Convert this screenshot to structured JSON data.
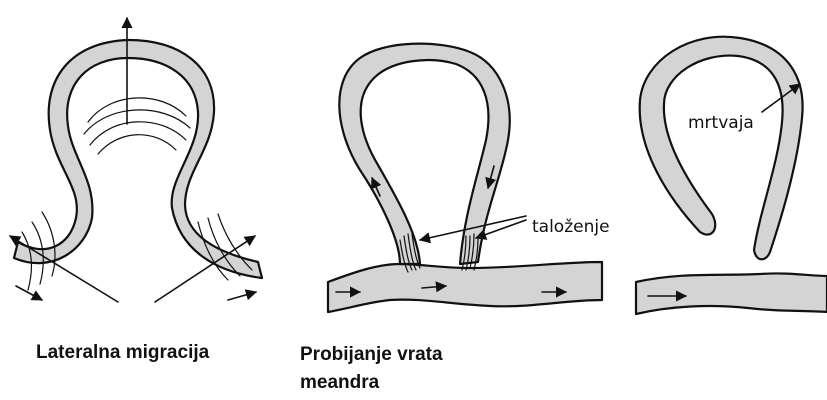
{
  "captions": {
    "left": "Lateralna migracija",
    "middle_line1": "Probijanje vrata",
    "middle_line2": "meandra"
  },
  "labels": {
    "deposition": "taloženje",
    "oxbow": "mrtvaja"
  },
  "colors": {
    "channel_fill": "#d4d4d4",
    "outline": "#111111"
  }
}
